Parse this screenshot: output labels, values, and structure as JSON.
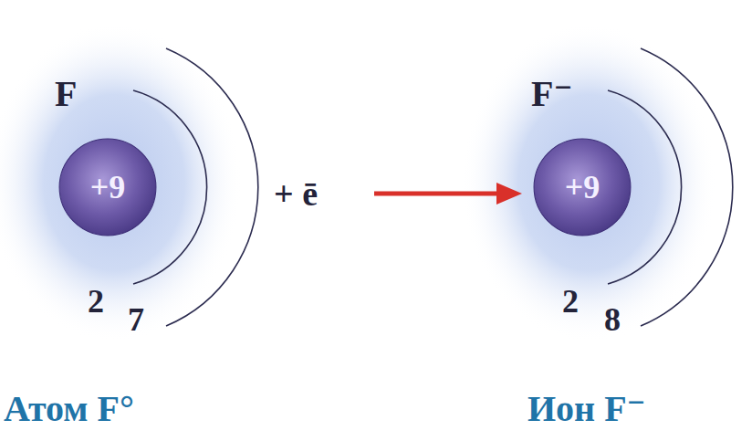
{
  "diagram": {
    "nodes": [
      {
        "text": [
          "+9"
        ]
      },
      {
        "text": [
          "+9"
        ]
      }
    ],
    "labels": [
      "F",
      "2",
      "7",
      "+ ē",
      "F⁻",
      "2",
      "8",
      "Атом F°",
      "Ион F⁻"
    ]
  }
}
